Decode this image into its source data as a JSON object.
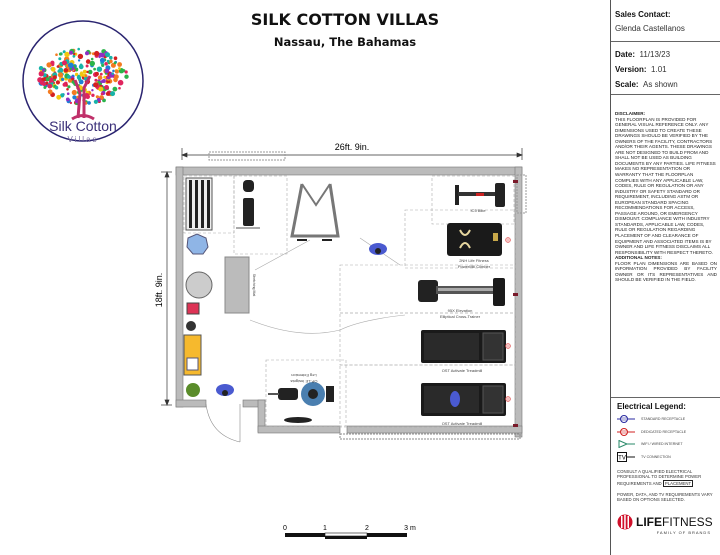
{
  "header": {
    "title": "SILK COTTON VILLAS",
    "subtitle": "Nassau, The Bahamas"
  },
  "logo": {
    "name": "Silk Cotton",
    "sub": "Villas"
  },
  "dimensions": {
    "width": "26ft. 9in.",
    "depth": "18ft. 9in."
  },
  "equipment": {
    "bike": "IC5 Bike",
    "climber_1": "2NH Life Fitness",
    "climber_2": "PowerMill Climber",
    "elliptical_1": "95X Elevation",
    "elliptical_2": "Elliptical Cross-Trainer",
    "treadmill_1": "OST Activate Treadmill",
    "treadmill_2": "OST Activate Treadmill",
    "leg_ext_1": "Leg Extension",
    "leg_ext_2": "OP-LE Insignia",
    "bench": "Stretching Mat"
  },
  "scale_bar": {
    "ticks": [
      "0",
      "1",
      "2",
      "3 m"
    ]
  },
  "sidebar": {
    "sales_contact_label": "Sales Contact:",
    "sales_contact": "Glenda Castellanos",
    "date_label": "Date:",
    "date": "11/13/23",
    "version_label": "Version:",
    "version": "1.01",
    "scale_label": "Scale:",
    "scale": "As shown",
    "disclaimer_title": "DISCLAIMER:",
    "disclaimer": "THIS FLOORPLAN IS PROVIDED FOR GENERAL VISUAL REFERENCE ONLY. ANY DIMENSIONS USED TO CREATE THESE DRAWINGS SHOULD BE VERIFIED BY THE OWNERS OF THE FACILITY, CONTRACTORS AND/OR THEIR AGENTS. THESE DRAWINGS ARE NOT DESIGNED TO BUILD FROM AND SHALL NOT BE USED AS BUILDING DOCUMENTS BY ANY PARTIES. LIFE FITNESS MAKES NO REPRESENTATION OR WARRANTY THAT THE FLOORPLAN COMPLIES WITH ANY APPLICABLE LAW, CODES, RULE OR REGULATION OR ANY INDUSTRY OR SAFETY STANDARD OR REQUIREMENT, INCLUDING ASTM OR EUROPEAN STANDARD SPACING RECOMMENDATIONS FOR ACCESS, PASSAGE AROUND, OR EMERGENCY DISMOUNT. COMPLIANCE WITH INDUSTRY STANDARDS, APPLICABLE LAW, CODES, RULE OR REGULATION REGARDING PLACEMENT OF AND CLEARANCE OF EQUIPMENT AND ASSOCIATED ITEMS IS BY OWNER AND LIFE FITNESS DISCLAIMS ALL RESPONSIBILITY WITH RESPECT THERETO.",
    "notes_title": "ADDITIONAL NOTES:",
    "notes": "FLOOR PLAN DIMENSIONS ARE BASED ON INFORMATION PROVIDED BY FACILITY OWNER OR ITS REPRESENTATIVES AND SHOULD BE VERIFIED IN THE FIELD.",
    "legend_title": "Electrical Legend:",
    "legend": [
      {
        "label": "STANDARD RECEPTACLE",
        "color": "#2a2aa0"
      },
      {
        "label": "DEDICATED RECEPTACLE",
        "color": "#d02020"
      },
      {
        "label": "WIFI / WIRED INTERNET",
        "color": "#2a8a6a"
      },
      {
        "label": "TV CONNECTION",
        "color": "#111111",
        "symbol": "TV"
      }
    ],
    "consult": "CONSULT A QUALIFIED ELECTRICAL PROFESSIONAL TO DETERMINE POWER REQUIREMENTS AND",
    "placement": "PLACEMENT",
    "requirements": "POWER, DATA, AND TV REQUIREMENTS VARY BASED ON OPTIONS SELECTED.",
    "brand": "LIFEFITNESS",
    "brand_bold": "LIFE",
    "brand_light": "FITNESS",
    "brand_sub": "FAMILY OF BRANDS"
  }
}
